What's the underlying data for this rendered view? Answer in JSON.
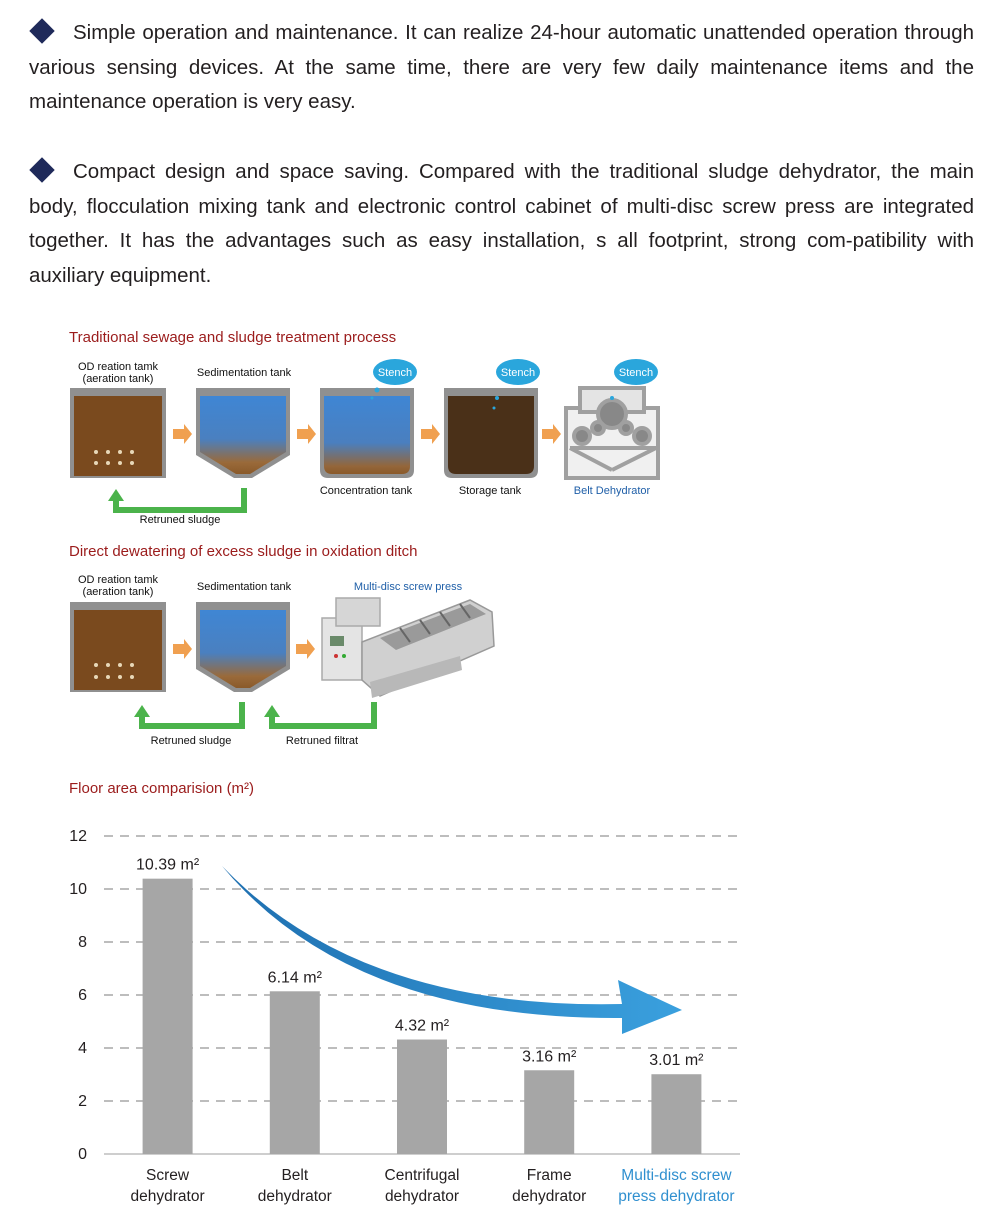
{
  "paragraphs": [
    {
      "icon": "diamond-bullet-icon",
      "text": "Simple operation and maintenance. It can realize 24-hour automatic unattended operation through various sensing devices. At the same time, there are very few daily maintenance items and the maintenance operation is very easy."
    },
    {
      "icon": "diamond-bullet-icon",
      "text": "Compact design and space saving. Compared with the traditional sludge dehydrator, the main body, flocculation mixing tank and electronic control cabinet of multi-disc screw press are integrated together. It has the advantages such as easy installation, s   all footprint, strong com-patibility with auxiliary equipment."
    }
  ],
  "process1": {
    "title": "Traditional sewage and sludge treatment process",
    "tank1": "OD reation tamk",
    "tank1_sub": "(aeration tank)",
    "tank2": "Sedimentation tank",
    "tank3": "Concentration tank",
    "tank4": "Storage tank",
    "tank5": "Belt Dehydrator",
    "stench": "Stench",
    "returned": "Retruned sludge"
  },
  "process2": {
    "title": "Direct dewatering of excess sludge in oxidation ditch",
    "tank1": "OD reation tamk",
    "tank1_sub": "(aeration tank)",
    "tank2": "Sedimentation tank",
    "machine": "Multi-disc screw press",
    "returned_sludge": "Retruned sludge",
    "returned_filtrate": "Retruned filtrat"
  },
  "chart_title": "Floor area comparision (m²)",
  "colors": {
    "bar": "#a6a6a6",
    "arrow": "#2f8fcf",
    "brown": "#7a4a1e",
    "water": "#3f86d4",
    "green": "#4bb34b",
    "orange": "#f0a050"
  },
  "chart_data": {
    "type": "bar",
    "title": "Floor area comparision (m²)",
    "categories": [
      [
        "Screw",
        "dehydrator"
      ],
      [
        "Belt",
        "dehydrator"
      ],
      [
        "Centrifugal",
        "dehydrator"
      ],
      [
        "Frame",
        "dehydrator"
      ],
      [
        "Multi-disc screw",
        "press dehydrator"
      ]
    ],
    "values": [
      10.39,
      6.14,
      4.32,
      3.16,
      3.01
    ],
    "value_labels": [
      "10.39 m²",
      "6.14 m²",
      "4.32 m²",
      "3.16 m²",
      "3.01 m²"
    ],
    "yticks": [
      0,
      2,
      4,
      6,
      8,
      10,
      12
    ],
    "ylim": [
      0,
      12
    ],
    "grid": true,
    "highlight_index": 4
  }
}
